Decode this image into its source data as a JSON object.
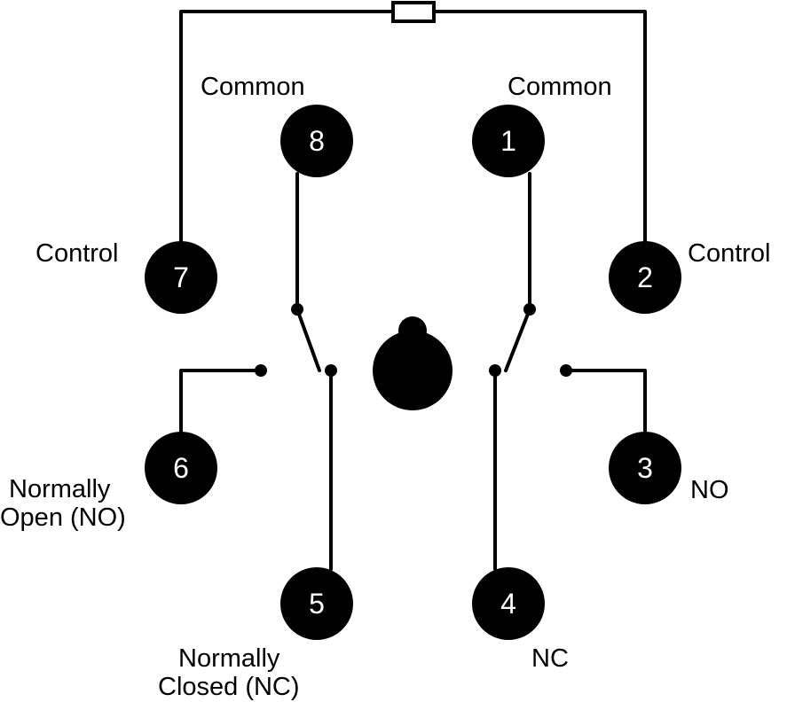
{
  "pins": {
    "p1": "1",
    "p2": "2",
    "p3": "3",
    "p4": "4",
    "p5": "5",
    "p6": "6",
    "p7": "7",
    "p8": "8"
  },
  "labels": {
    "common_left": "Common",
    "common_right": "Common",
    "control_left": "Control",
    "control_right": "Control",
    "no_left_line1": "Normally",
    "no_left_line2": "Open (NO)",
    "nc_left_line1": "Normally",
    "nc_left_line2": "Closed (NC)",
    "no_right": "NO",
    "nc_right": "NC"
  },
  "colors": {
    "ink": "#000000",
    "background": "#ffffff",
    "pin_text": "#ffffff"
  }
}
